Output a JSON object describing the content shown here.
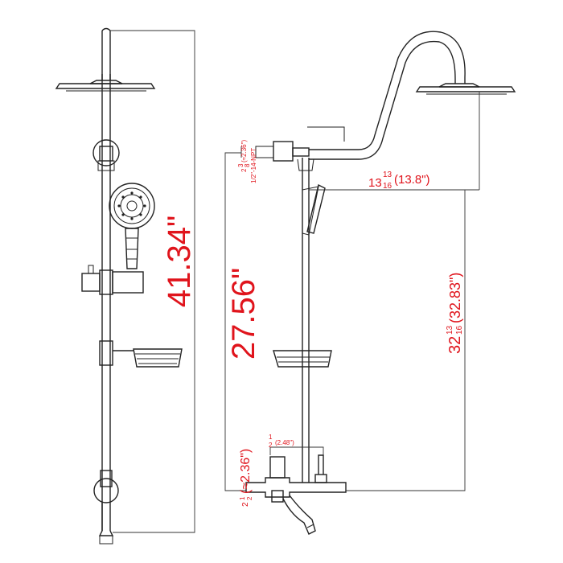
{
  "colors": {
    "dimension": "#e0141c",
    "line": "#222222"
  },
  "left_view": {
    "total_height": "41.34\""
  },
  "right_view": {
    "rail_height": "27.56\"",
    "overall_height": {
      "whole": "32",
      "num": "13",
      "den": "16",
      "metric": "(32.83\")"
    },
    "arm_length": {
      "whole": "13",
      "num": "13",
      "den": "16",
      "metric": "(13.8\")"
    },
    "top_connector": {
      "whole": "2",
      "num": "3",
      "den": "8",
      "metric": "(≈2.36\")",
      "thread": "1/2\"-14-NPT"
    },
    "bottom_offset": {
      "whole": "2",
      "num": "1",
      "den": "2",
      "metric": "(≈2.36\")"
    },
    "valve_spacing": {
      "num": "1",
      "den": "2",
      "metric": "(2.48\")"
    }
  }
}
